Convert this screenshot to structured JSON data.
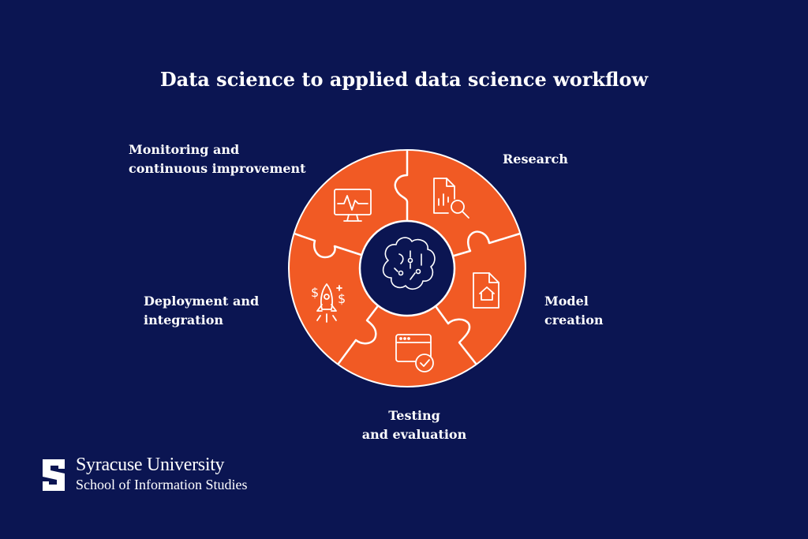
{
  "title": "Data science to applied data science workflow",
  "stages": [
    {
      "id": "research",
      "line1": "Research",
      "line2": "",
      "icon": "document-search-icon"
    },
    {
      "id": "model",
      "line1": "Model",
      "line2": "creation",
      "icon": "document-house-icon"
    },
    {
      "id": "testing",
      "line1": "Testing",
      "line2": "and evaluation",
      "icon": "browser-check-icon"
    },
    {
      "id": "deploy",
      "line1": "Deployment and",
      "line2": "integration",
      "icon": "rocket-icon"
    },
    {
      "id": "monitoring",
      "line1": "Monitoring and",
      "line2": "continuous improvement",
      "icon": "monitor-pulse-icon"
    }
  ],
  "center_icon": "brain-icon",
  "colors": {
    "background": "#0b1552",
    "segment": "#f15a24",
    "center": "#0b1552",
    "line": "#ffffff"
  },
  "branding": {
    "logo_letter": "S",
    "university": "Syracuse University",
    "school": "School of Information Studies"
  }
}
